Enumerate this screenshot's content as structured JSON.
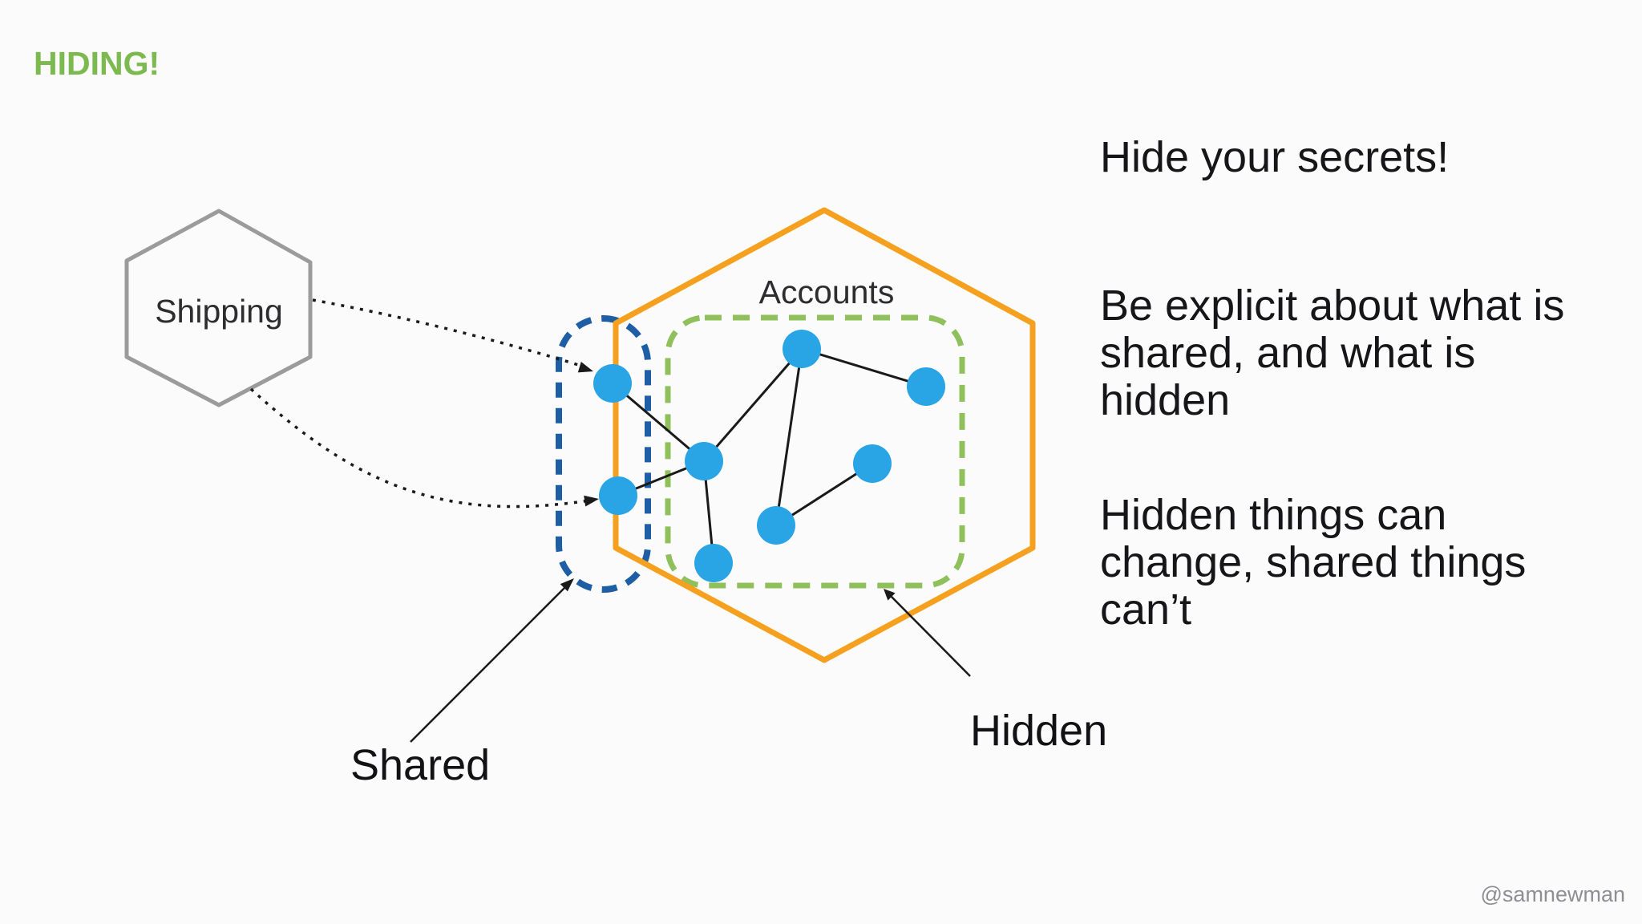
{
  "slide": {
    "title": "HIDING!",
    "title_color": "#7CB94E",
    "background": "#FBFBFB",
    "watermark": "@samnewman",
    "watermark_color": "#8E8E93"
  },
  "notes": {
    "hide_secrets": "Hide your secrets!",
    "be_explicit": {
      "line1": "Be explicit about what is",
      "line2": "shared, and what is",
      "line3": "hidden"
    },
    "hidden_things": {
      "line1": "Hidden things can",
      "line2": "change, shared things",
      "line3": "can’t"
    }
  },
  "services": {
    "shipping": {
      "label": "Shipping",
      "stroke": "#9B9B9B"
    },
    "accounts": {
      "label": "Accounts",
      "stroke": "#F5A01E"
    }
  },
  "regions": {
    "shared": {
      "label": "Shared",
      "stroke": "#1E5EA4"
    },
    "hidden": {
      "label": "Hidden",
      "stroke": "#90C05C"
    }
  },
  "network": {
    "node_color": "#29A4E5",
    "edge_color": "#1A1A1A"
  }
}
